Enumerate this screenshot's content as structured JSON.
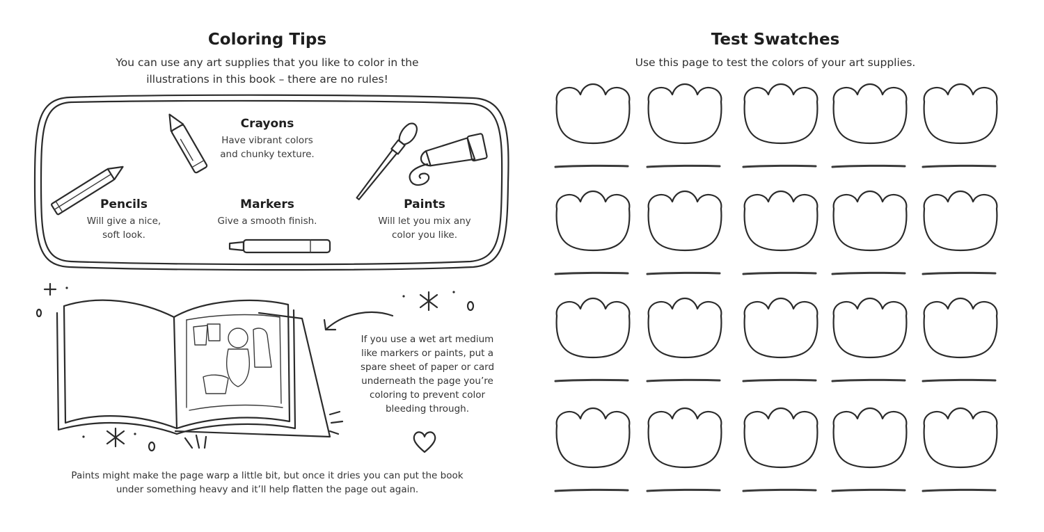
{
  "left_page": {
    "title": "Coloring Tips",
    "intro_line1": "You can use any art supplies that you like to color in the",
    "intro_line2": "illustrations in this book – there are no rules!",
    "supplies": {
      "crayons": {
        "name": "Crayons",
        "line1": "Have vibrant colors",
        "line2": "and chunky texture."
      },
      "pencils": {
        "name": "Pencils",
        "line1": "Will give a nice,",
        "line2": "soft look."
      },
      "markers": {
        "name": "Markers",
        "line1": "Give a smooth finish."
      },
      "paints": {
        "name": "Paints",
        "line1": "Will let you mix any",
        "line2": "color you like."
      }
    },
    "wet_tip": [
      "If you use a wet art medium",
      "like markers or paints, put a",
      "spare sheet of paper or card",
      "underneath the page you’re",
      "coloring to prevent color",
      "bleeding through."
    ],
    "warp_tip": [
      "Paints might make the page warp a little bit, but once it dries you can put the book",
      "under something heavy and it’ll help flatten the page out again."
    ],
    "icons": [
      "crayon-icon",
      "pencil-icon",
      "marker-icon",
      "paintbrush-icon",
      "paint-tube-icon",
      "open-book-illustration",
      "curved-arrow-icon",
      "heart-icon",
      "sparkle-icon"
    ]
  },
  "right_page": {
    "title": "Test Swatches",
    "subtitle": "Use this page to test the colors of your art supplies.",
    "swatch_rows": 4,
    "swatch_cols": 5,
    "icons": [
      "swatch-flower-outline",
      "label-line"
    ]
  },
  "colors": {
    "ink": "#2b2b2b",
    "paper": "#ffffff"
  }
}
